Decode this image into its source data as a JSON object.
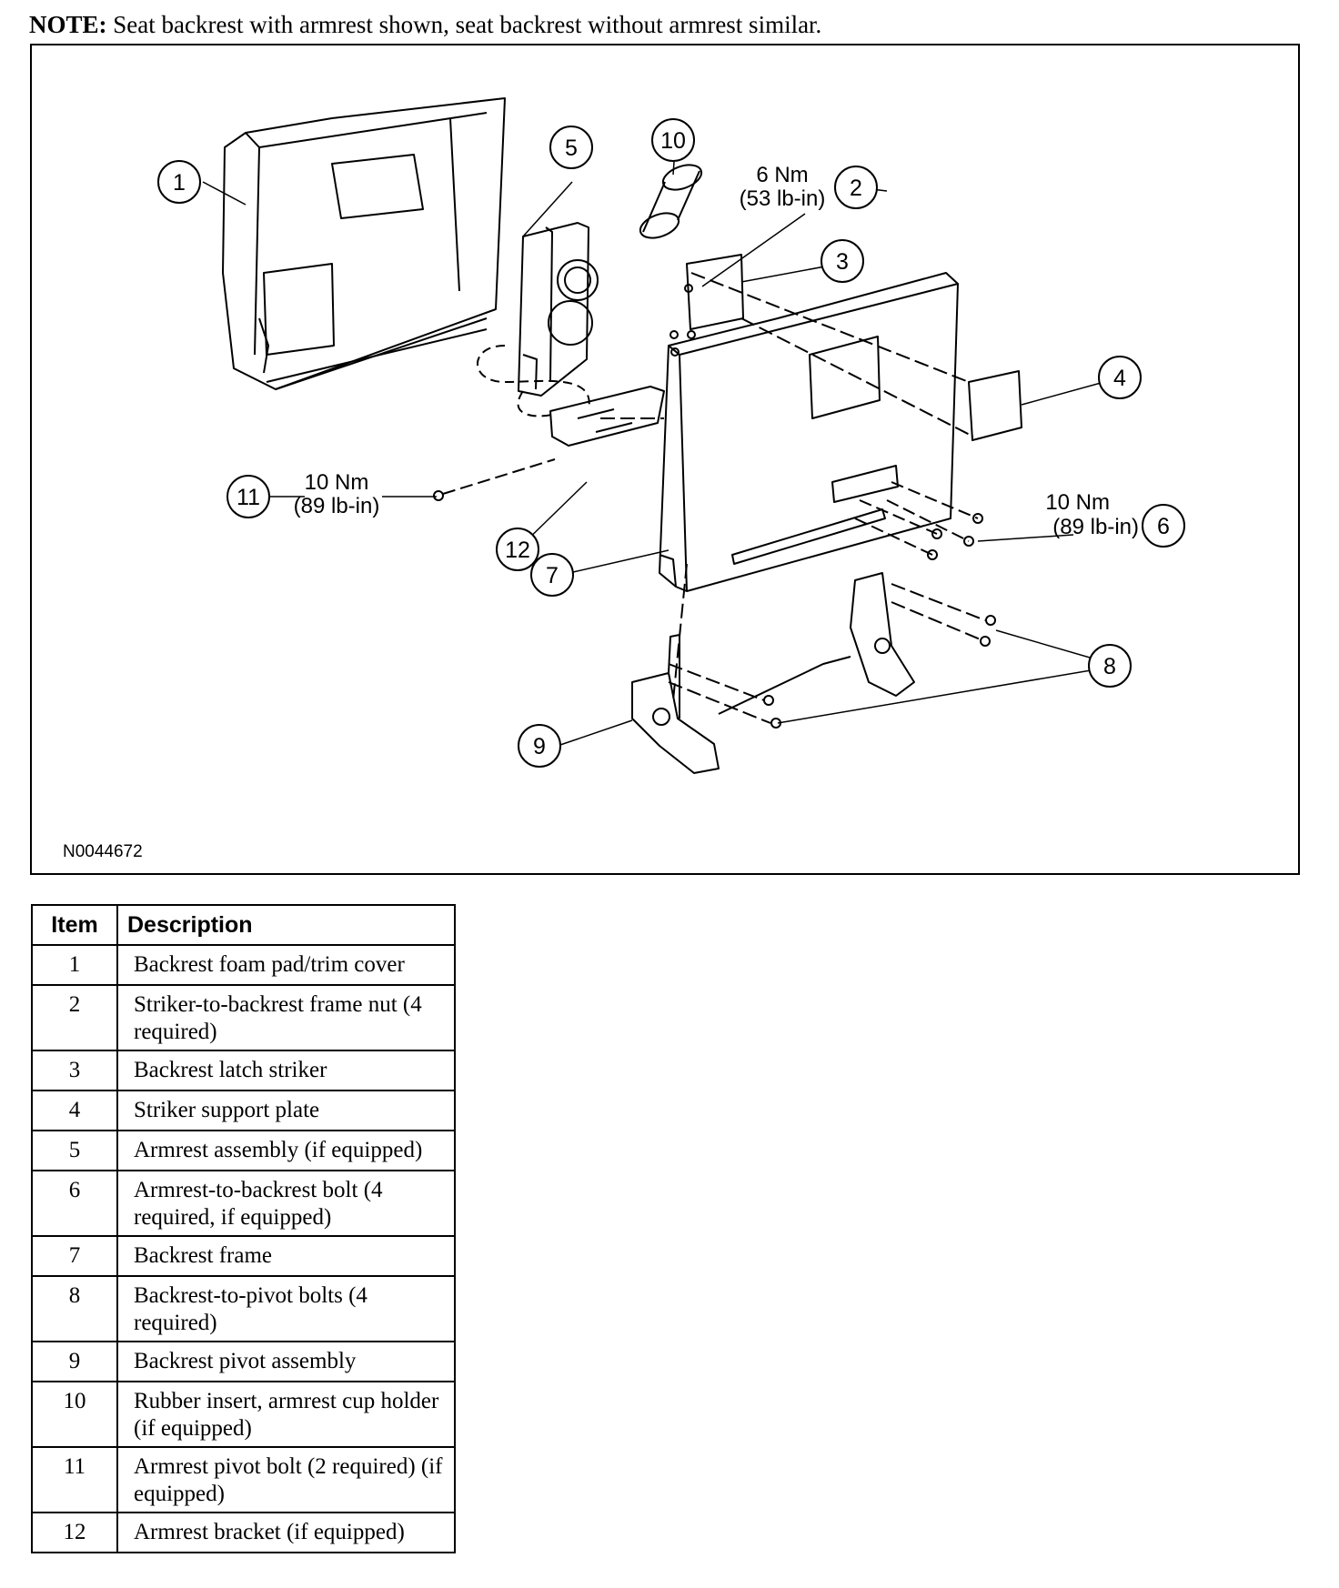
{
  "note": {
    "label": "NOTE:",
    "text": "Seat backrest with armrest shown, seat backrest without armrest similar."
  },
  "diagram": {
    "figure_id": "N0044672",
    "callouts": [
      "1",
      "2",
      "3",
      "4",
      "5",
      "6",
      "7",
      "8",
      "9",
      "10",
      "11",
      "12"
    ],
    "torque_specs": {
      "item2": {
        "nm": "6 Nm",
        "lbin": "(53 lb-in)"
      },
      "item6": {
        "nm": "10 Nm",
        "lbin": "(89 lb-in)"
      },
      "item11": {
        "nm": "10 Nm",
        "lbin": "(89 lb-in)"
      }
    }
  },
  "table": {
    "headers": {
      "item": "Item",
      "description": "Description"
    },
    "rows": [
      {
        "item": "1",
        "description": "Backrest foam pad/trim cover"
      },
      {
        "item": "2",
        "description": "Striker-to-backrest frame nut (4 required)"
      },
      {
        "item": "3",
        "description": "Backrest latch striker"
      },
      {
        "item": "4",
        "description": "Striker support plate"
      },
      {
        "item": "5",
        "description": "Armrest assembly (if equipped)"
      },
      {
        "item": "6",
        "description": "Armrest-to-backrest bolt (4 required, if equipped)"
      },
      {
        "item": "7",
        "description": "Backrest frame"
      },
      {
        "item": "8",
        "description": "Backrest-to-pivot bolts (4 required)"
      },
      {
        "item": "9",
        "description": "Backrest pivot assembly"
      },
      {
        "item": "10",
        "description": "Rubber insert, armrest cup holder (if equipped)"
      },
      {
        "item": "11",
        "description": "Armrest pivot bolt (2 required) (if equipped)"
      },
      {
        "item": "12",
        "description": "Armrest bracket (if equipped)"
      }
    ]
  }
}
